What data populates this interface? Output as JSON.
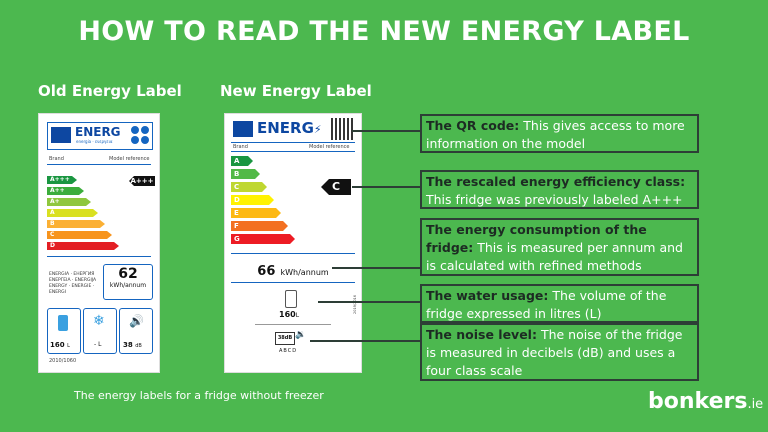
{
  "title": "HOW TO READ THE NEW ENERGY LABEL",
  "old_label": {
    "heading": "Old Energy Label",
    "energ": "ENERG",
    "subtitle": "energia · ενεργεια",
    "brand": "Brand",
    "model": "Model reference",
    "classes": [
      "A+++",
      "A++",
      "A+",
      "A",
      "B",
      "C",
      "D"
    ],
    "class_colors": [
      "#1a9641",
      "#3cad3c",
      "#8fc73e",
      "#d9e021",
      "#fbb034",
      "#f7941d",
      "#e31e24"
    ],
    "current_class": "A+++",
    "energy_lines": "ENERGIA · ЕНЕРГИЯ ENEPΓEIA · ENERGIJA ENERGY · ENERGIE · ENERGI",
    "kwh_value": "62",
    "kwh_unit": "kWh/annum",
    "fridge_value": "160",
    "fridge_unit": "L",
    "freezer_value": "-",
    "freezer_unit": "L",
    "noise_value": "38",
    "noise_unit": "dB",
    "regulation": "2010/1060"
  },
  "new_label": {
    "heading": "New Energy Label",
    "energ": "ENERG",
    "brand": "Brand",
    "model": "Model reference",
    "classes": [
      "A",
      "B",
      "C",
      "D",
      "E",
      "F",
      "G"
    ],
    "class_colors": [
      "#1a9641",
      "#52b947",
      "#bfd730",
      "#fff200",
      "#fdb913",
      "#f37021",
      "#ed1c24"
    ],
    "current_class": "C",
    "kwh_value": "66",
    "kwh_unit": "kWh/annum",
    "volume_value": "160",
    "volume_unit": "L",
    "noise_value": "38dB",
    "noise_classes": "ABCD",
    "side_code": "2019/2016"
  },
  "callouts": [
    {
      "bold": "The QR code:",
      "text": " This gives access to more information on the model"
    },
    {
      "bold": "The rescaled energy efficiency class:",
      "text": " This fridge was previously labeled A+++"
    },
    {
      "bold": "The energy consumption of the fridge:",
      "text": " This is measured per annum and is calculated with refined methods"
    },
    {
      "bold": "The water usage:",
      "text": " The volume of the fridge expressed in litres (L)"
    },
    {
      "bold": "The noise level:",
      "text": " The noise of the fridge is measured in decibels (dB) and uses a four class scale"
    }
  ],
  "footnote": "The energy labels for a fridge without freezer",
  "brand": {
    "name": "bonkers",
    "tld": ".ie"
  }
}
